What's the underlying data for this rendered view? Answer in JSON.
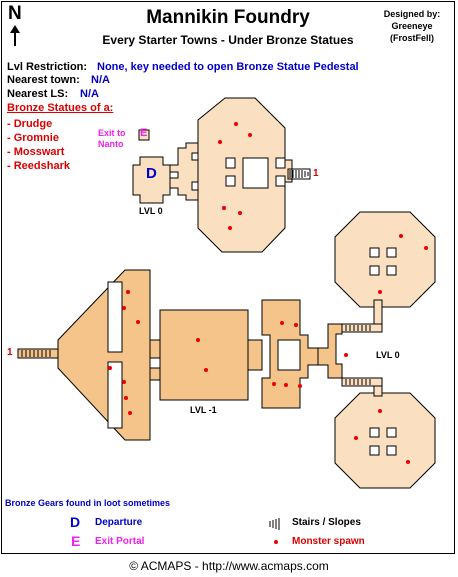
{
  "map": {
    "title": "Mannikin Foundry",
    "subtitle": "Every Starter Towns - Under Bronze Statues",
    "designer": [
      "Designed by:",
      "Greeneye",
      "(FrostFell)"
    ],
    "compass_letter": "N",
    "info": {
      "restriction_label": "Lvl Restriction:",
      "restriction_value": "None, key needed to open Bronze Statue Pedestal",
      "town_label": "Nearest town:",
      "town_value": "N/A",
      "ls_label": "Nearest LS:",
      "ls_value": "N/A"
    },
    "statues": {
      "heading": "Bronze Statues of a:",
      "items": [
        "- Drudge",
        "- Gromnie",
        "- Mosswart",
        "- Reedshark"
      ]
    },
    "labels": {
      "exit_text": [
        "Exit to",
        "Nanto"
      ],
      "exit_letter": "E",
      "departure_letter": "D",
      "level_upper_left": "LVL 0",
      "level_lower_right": "LVL 0",
      "level_middle": "LVL -1",
      "connector_upper": "1",
      "connector_lower": "1"
    },
    "note": "Bronze Gears found in loot sometimes",
    "legend": {
      "departure_letter": "D",
      "departure": "Departure",
      "exit_letter": "E",
      "exit": "Exit Portal",
      "stairs": "Stairs / Slopes",
      "monster": "Monster spawn"
    },
    "copyright": "© ACMAPS - http://www.acmaps.com",
    "colors": {
      "room_light": "#fae0c0",
      "room_dark": "#f5c48a",
      "outline": "#000000",
      "monster": "#ee0000",
      "departure": "#0000cc",
      "exit": "#ee22ee",
      "connector": "#dd0000"
    }
  }
}
